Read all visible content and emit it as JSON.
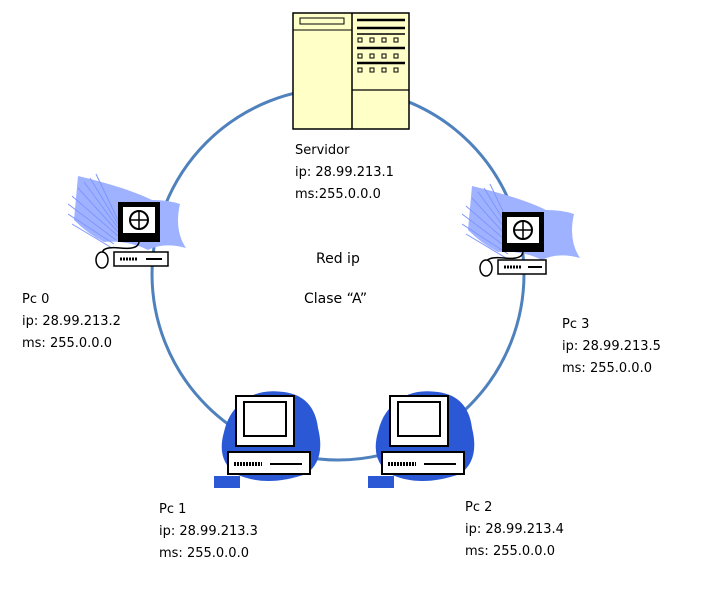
{
  "network": {
    "title": "Red ip",
    "subtitle": "Clase “A”"
  },
  "server": {
    "name": "Servidor",
    "ip": "ip: 28.99.213.1",
    "ms": "ms:255.0.0.0"
  },
  "pc0": {
    "name": "Pc 0",
    "ip": "ip: 28.99.213.2",
    "ms": "ms: 255.0.0.0"
  },
  "pc1": {
    "name": "Pc 1",
    "ip": "ip: 28.99.213.3",
    "ms": "ms: 255.0.0.0"
  },
  "pc2": {
    "name": "Pc 2",
    "ip": "ip: 28.99.213.4",
    "ms": "ms: 255.0.0.0"
  },
  "pc3": {
    "name": "Pc 3",
    "ip": "ip: 28.99.213.5",
    "ms": "ms: 255.0.0.0"
  },
  "colors": {
    "ring": "#4f81bd",
    "server_fill": "#ffffc8",
    "pc_blue": "#2b59d6",
    "wave_blue": "#9fb2ff"
  },
  "icons": {
    "server": "server-tower-icon",
    "workstation": "workstation-network-icon",
    "desktop": "desktop-computer-icon"
  }
}
